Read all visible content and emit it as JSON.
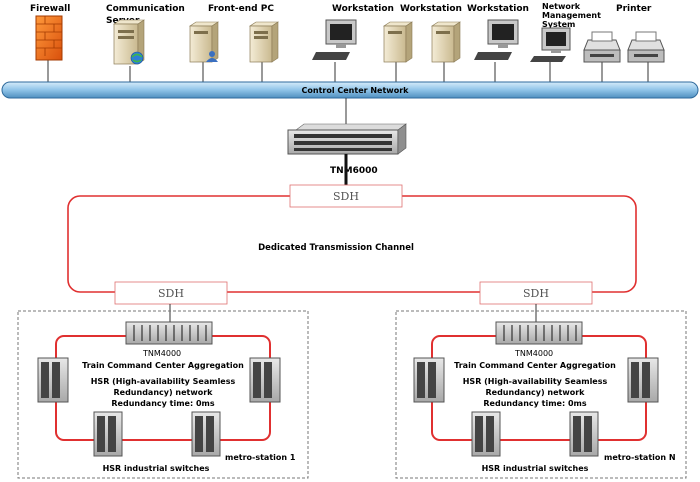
{
  "devices": {
    "firewall": "Firewall",
    "comm_server": "Communication Server",
    "frontend_pc": "Front-end PC",
    "workstation_1": "Workstation",
    "workstation_2": "Workstation",
    "workstation_3": "Workstation",
    "nms": "Network Management System",
    "printer": "Printer"
  },
  "network": {
    "bus_label": "Control Center Network",
    "core_switch": "TNM6000",
    "sdh_top": "SDH",
    "channel_label": "Dedicated Transmission Channel",
    "sdh_left": "SDH",
    "sdh_right": "SDH"
  },
  "stations": [
    {
      "switch_model": "TNM4000",
      "aggregation": "Train Command Center Aggregation",
      "hsr_line1": "HSR (High-availability Seamless",
      "hsr_line2": "Redundancy) network",
      "redundancy": "Redundancy time: 0ms",
      "station_name": "metro-station 1",
      "switches_label": "HSR industrial switches"
    },
    {
      "switch_model": "TNM4000",
      "aggregation": "Train Command Center Aggregation",
      "hsr_line1": "HSR (High-availability Seamless",
      "hsr_line2": "Redundancy) network",
      "redundancy": "Redundancy time: 0ms",
      "station_name": "metro-station N",
      "switches_label": "HSR industrial switches"
    }
  ]
}
